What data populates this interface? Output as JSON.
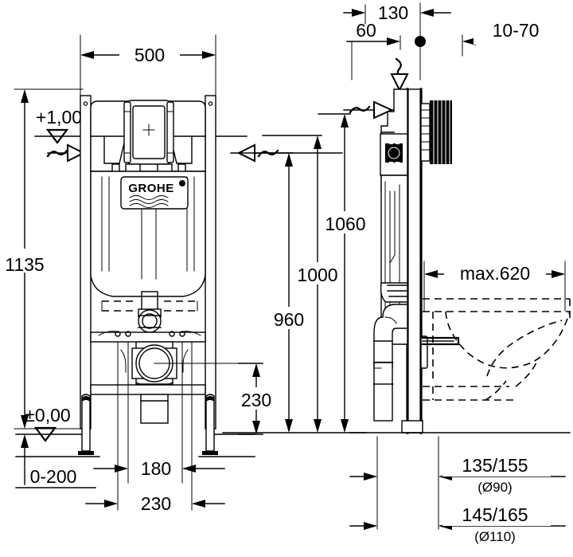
{
  "drawing": {
    "title": "GROHE WC installation frame dimensional drawing",
    "brand_logo": "GROHE",
    "views": {
      "front": "front-elevation",
      "side": "side-section"
    }
  },
  "dimensions": {
    "front": {
      "width_500": "500",
      "height_1135": "1135",
      "level_top": "+1,00",
      "level_zero": "±0,00",
      "floor_adjust": "0-200",
      "outlet_230_vert": "230",
      "spacing_180": "180",
      "spacing_230": "230",
      "height_960": "960",
      "height_1000": "1000",
      "height_1060": "1060"
    },
    "side": {
      "depth_130": "130",
      "depth_60": "60",
      "wall_10_70": "10-70",
      "projection_max_620": "max.620",
      "outlet_135_155": "135/155",
      "outlet_135_155_dia": "(Ø90)",
      "outlet_145_165": "145/165",
      "outlet_145_165_dia": "(Ø110)"
    }
  },
  "colors": {
    "line": "#000000",
    "background": "#ffffff",
    "hatch": "#000000"
  }
}
